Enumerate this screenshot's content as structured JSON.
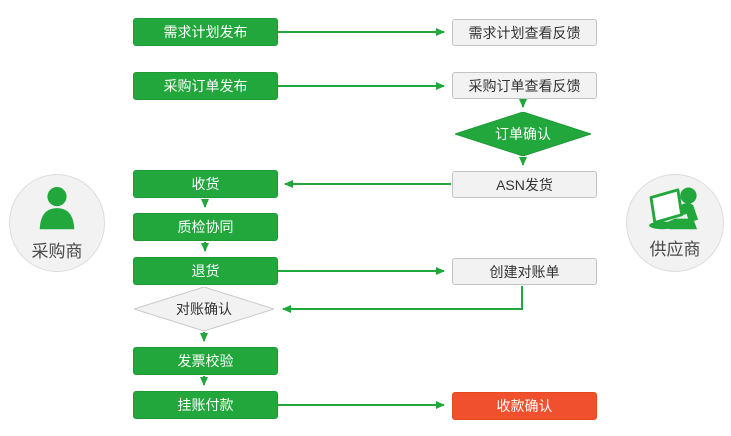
{
  "colors": {
    "process_green": "#21a73c",
    "terminal_red": "#f0502d",
    "light_fill": "#f2f2f2",
    "light_border": "#c3c3c3",
    "text_dark": "#333333",
    "actor_text": "#4a4a4a"
  },
  "actors": {
    "buyer": {
      "label": "采购商",
      "icon": "person-icon"
    },
    "supplier": {
      "label": "供应商",
      "icon": "person-laptop-icon"
    }
  },
  "nodes": {
    "demand_plan_publish": "需求计划发布",
    "demand_plan_feedback": "需求计划查看反馈",
    "po_publish": "采购订单发布",
    "po_feedback": "采购订单查看反馈",
    "order_confirm": "订单确认",
    "asn_ship": "ASN发货",
    "receive": "收货",
    "quality_check": "质检协同",
    "return_goods": "退货",
    "create_statement": "创建对账单",
    "statement_confirm": "对账确认",
    "invoice_verify": "发票校验",
    "payment_on_account": "挂账付款",
    "receipt_confirm": "收款确认"
  }
}
